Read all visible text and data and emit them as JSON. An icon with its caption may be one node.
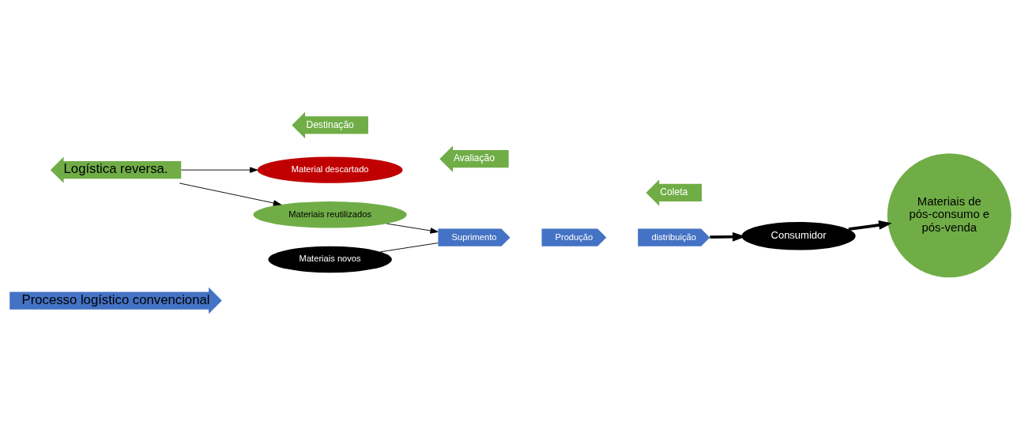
{
  "diagram": {
    "nodes": [
      {
        "text": [
          "Materiais novos"
        ]
      },
      {
        "text": [
          "Materiais reutilizados"
        ]
      },
      {
        "text": [
          "Material descartado"
        ]
      },
      {
        "text": [
          "Processo logístico convencional"
        ]
      },
      {
        "text": [
          "Suprimento"
        ]
      },
      {
        "text": [
          "Produção"
        ]
      },
      {
        "text": [
          "distribuição"
        ]
      },
      {
        "text": [
          "Consumidor"
        ]
      },
      {
        "text": [
          "Materiais de pós-consumo e pós-venda"
        ]
      },
      {
        "text": [
          "Logística reversa."
        ]
      },
      {
        "text": [
          "Destinação"
        ]
      },
      {
        "text": [
          "Avaliação"
        ]
      },
      {
        "text": [
          "Coleta"
        ]
      }
    ],
    "edges": [
      {
        "from": 0,
        "to": 4,
        "arrow": "none"
      },
      {
        "from": 1,
        "to": 4,
        "arrow": "to"
      },
      {
        "from": 6,
        "to": 7,
        "arrow": "to",
        "style": "thick"
      },
      {
        "from": 7,
        "to": 8,
        "arrow": "to",
        "style": "thick"
      },
      {
        "from": 9,
        "to": 1,
        "arrow": "to"
      },
      {
        "from": 9,
        "to": 2,
        "arrow": "to"
      }
    ]
  }
}
